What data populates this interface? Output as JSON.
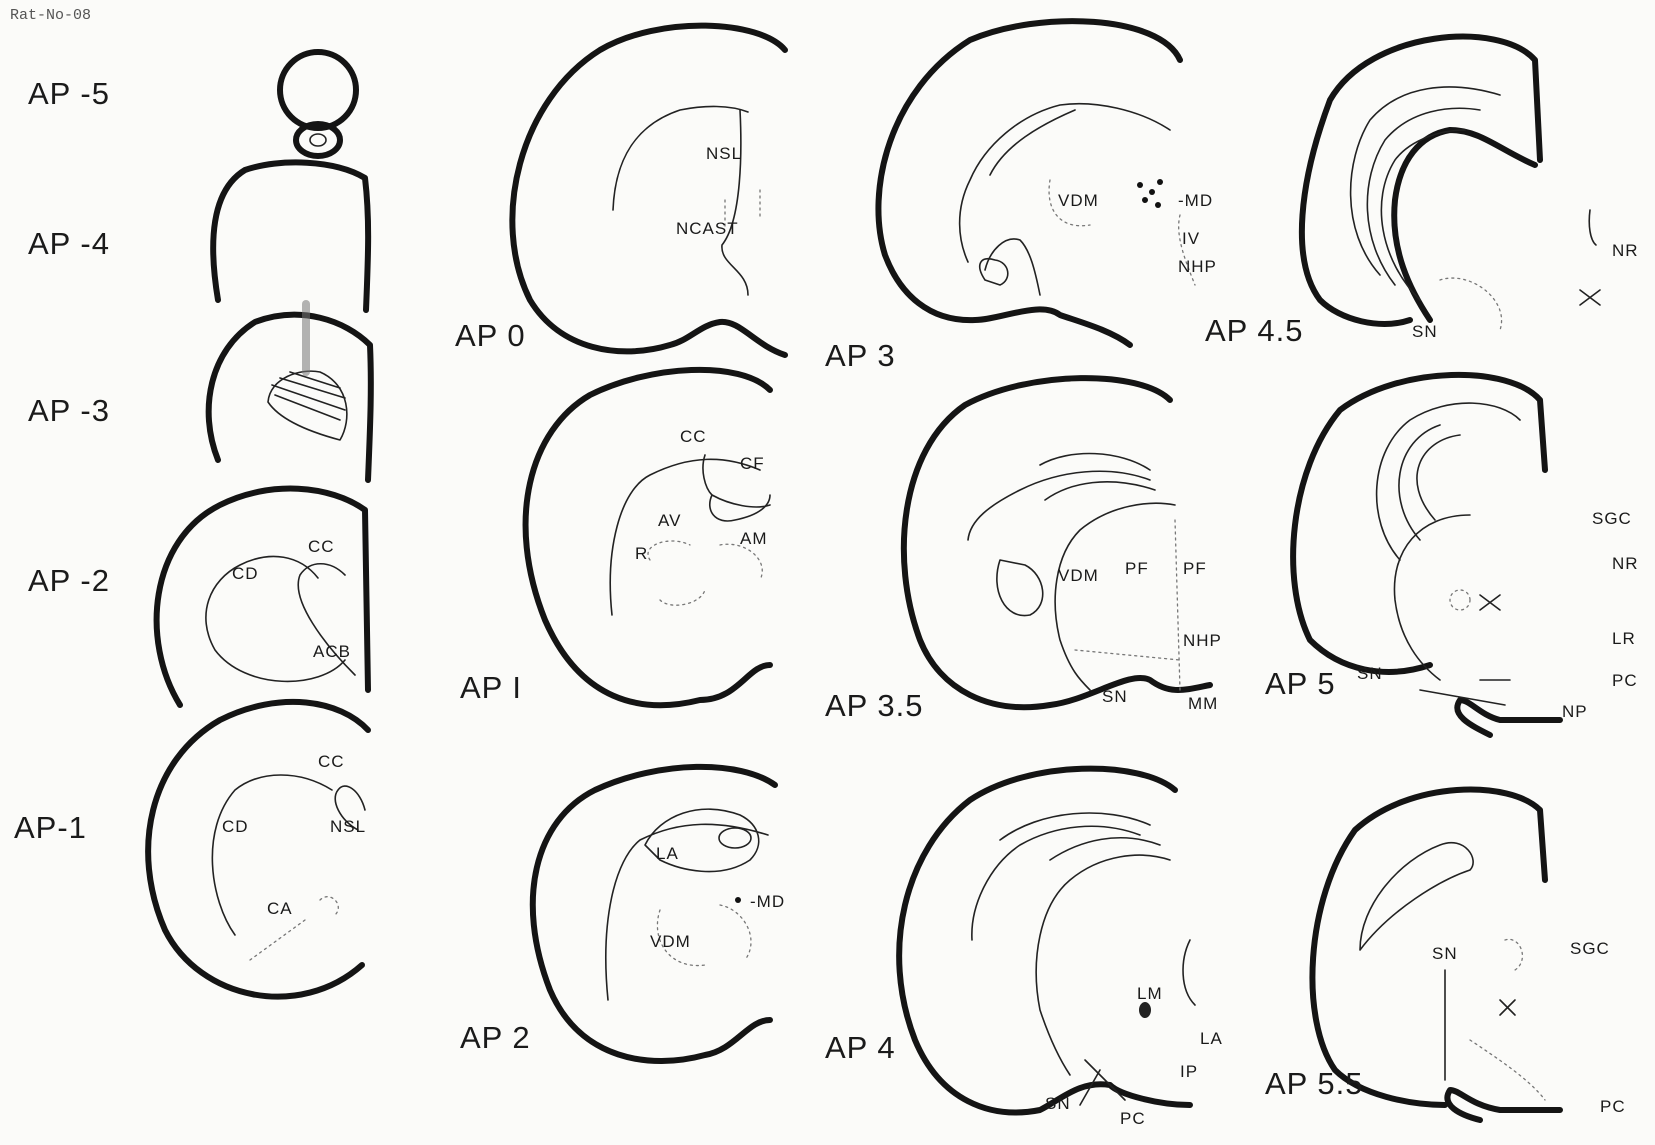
{
  "header_id": "Rat-No-08",
  "section_labels": {
    "apm5": "AP -5",
    "apm4": "AP -4",
    "apm3": "AP -3",
    "apm2": "AP -2",
    "apm1": "AP-1",
    "ap0": "AP 0",
    "ap1": "AP I",
    "ap2": "AP 2",
    "ap3": "AP 3",
    "ap35": "AP 3.5",
    "ap4": "AP 4",
    "ap45": "AP 4.5",
    "ap5": "AP 5",
    "ap55": "AP 5.5"
  },
  "region_labels": {
    "apm2_cc": "CC",
    "apm2_cd": "CD",
    "apm2_acb": "ACB",
    "apm1_cc": "CC",
    "apm1_cd": "CD",
    "apm1_nsl": "NSL",
    "apm1_ca": "CA",
    "ap0_nsl": "NSL",
    "ap0_ncast": "NCAST",
    "ap1_cc": "CC",
    "ap1_cf": "CF",
    "ap1_av": "AV",
    "ap1_am": "AM",
    "ap1_r": "R",
    "ap2_la": "LA",
    "ap2_md": "-MD",
    "ap2_vdm": "VDM",
    "ap3_vdm": "VDM",
    "ap3_md": "-MD",
    "ap3_iv": "IV",
    "ap3_nhp": "NHP",
    "ap35_vdm": "VDM",
    "ap35_pf1": "PF",
    "ap35_pf2": "PF",
    "ap35_nhp": "NHP",
    "ap35_sn": "SN",
    "ap35_mm": "MM",
    "ap4_lm": "LM",
    "ap4_la": "LA",
    "ap4_ip": "IP",
    "ap4_sn": "SN",
    "ap4_pc": "PC",
    "ap45_nr": "NR",
    "ap45_sn": "SN",
    "ap5_sgc": "SGC",
    "ap5_nr": "NR",
    "ap5_lr": "LR",
    "ap5_sn": "SN",
    "ap5_pc": "PC",
    "ap5_np": "NP",
    "ap55_sn": "SN",
    "ap55_sgc": "SGC",
    "ap55_pc": "PC"
  }
}
